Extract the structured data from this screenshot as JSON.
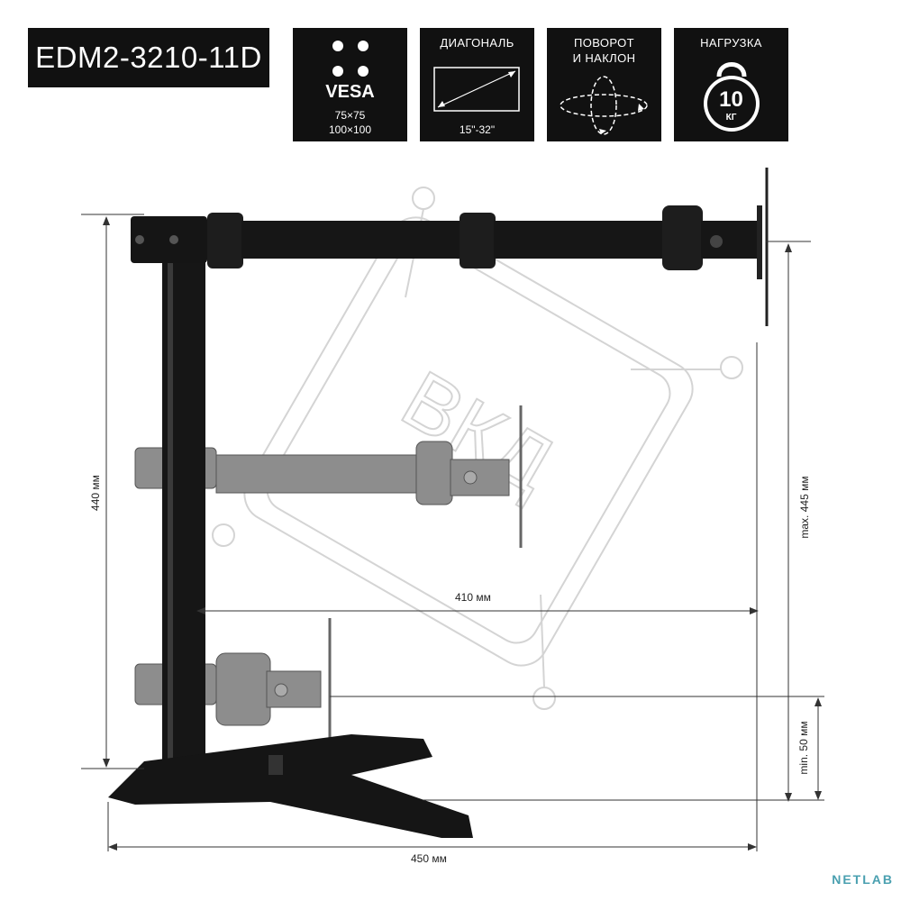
{
  "model": "EDM2-3210-11D",
  "specs": {
    "vesa": {
      "title": "VESA",
      "line1": "75×75",
      "line2": "100×100"
    },
    "diagonal": {
      "header": "ДИАГОНАЛЬ",
      "range": "15\"-32\""
    },
    "rotation": {
      "header_line1": "ПОВОРОТ",
      "header_line2": "И НАКЛОН"
    },
    "load": {
      "header": "НАГРУЗКА",
      "value": "10",
      "unit": "КГ"
    }
  },
  "dimensions": {
    "height_total": "440 мм",
    "arm_length": "410 мм",
    "max_height": "max. 445 мм",
    "min_height": "min. 50 мм",
    "base_width": "450 мм"
  },
  "watermark": "ВКД",
  "brand": "NETLAB",
  "colors": {
    "product": "#1a1a1a",
    "ghost": "#8a8a8a",
    "badge": "#111111",
    "watermark": "#d9d9d9",
    "brand": "#4aa0b0"
  }
}
